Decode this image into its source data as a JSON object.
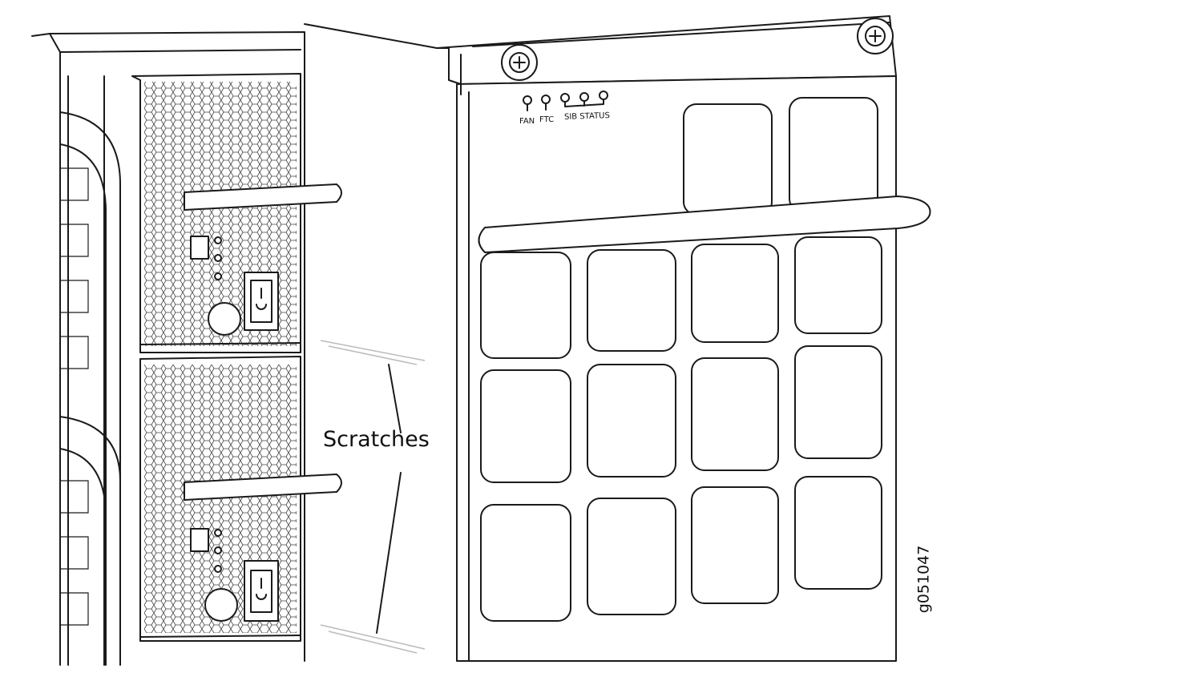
{
  "panel": {
    "led_labels": {
      "fan": "FAN",
      "ftc": "FTC",
      "sib_status": "SIB STATUS"
    }
  },
  "callout": {
    "label": "Scratches"
  },
  "figure_id": "g051047"
}
